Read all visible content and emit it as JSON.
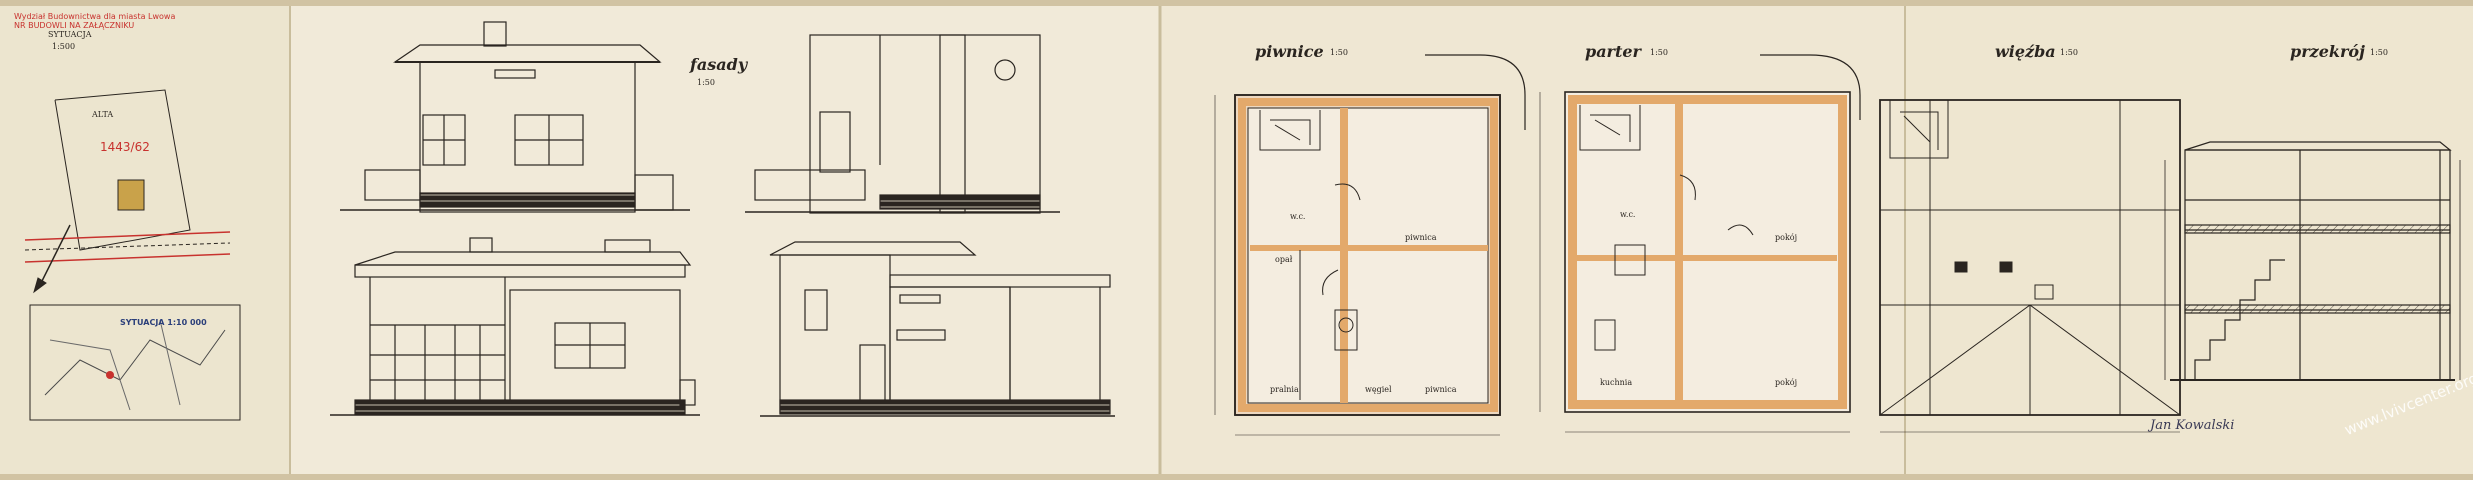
{
  "stamp_lines": [
    "Wydział Budownictwa dla miasta Lwowa",
    "NR BUDOWLI NA ZAŁĄCZNIKU"
  ],
  "site_plan": {
    "title": "SYTUACJA",
    "scale": "1:500",
    "parcel": "1443/62",
    "lot": "ALTA",
    "inset_title": "SYTUACJA 1:10 000"
  },
  "sections": {
    "facades": {
      "title": "fasady",
      "scale": "1:50"
    },
    "basement": {
      "title": "piwnice",
      "scale": "1:50"
    },
    "ground": {
      "title": "parter",
      "scale": "1:50"
    },
    "roof": {
      "title": "więźba",
      "scale": "1:50"
    },
    "section": {
      "title": "przekrój",
      "scale": "1:50"
    }
  },
  "room_labels": {
    "basement": [
      "w.c.",
      "piwnica",
      "opał",
      "pralnia",
      "węgiel",
      "piwnica"
    ],
    "ground": [
      "w.c.",
      "pokój",
      "kuchnia",
      "pokój"
    ]
  },
  "watermark": "www.lvivcenter.org",
  "signature": "Jan Kowalski"
}
